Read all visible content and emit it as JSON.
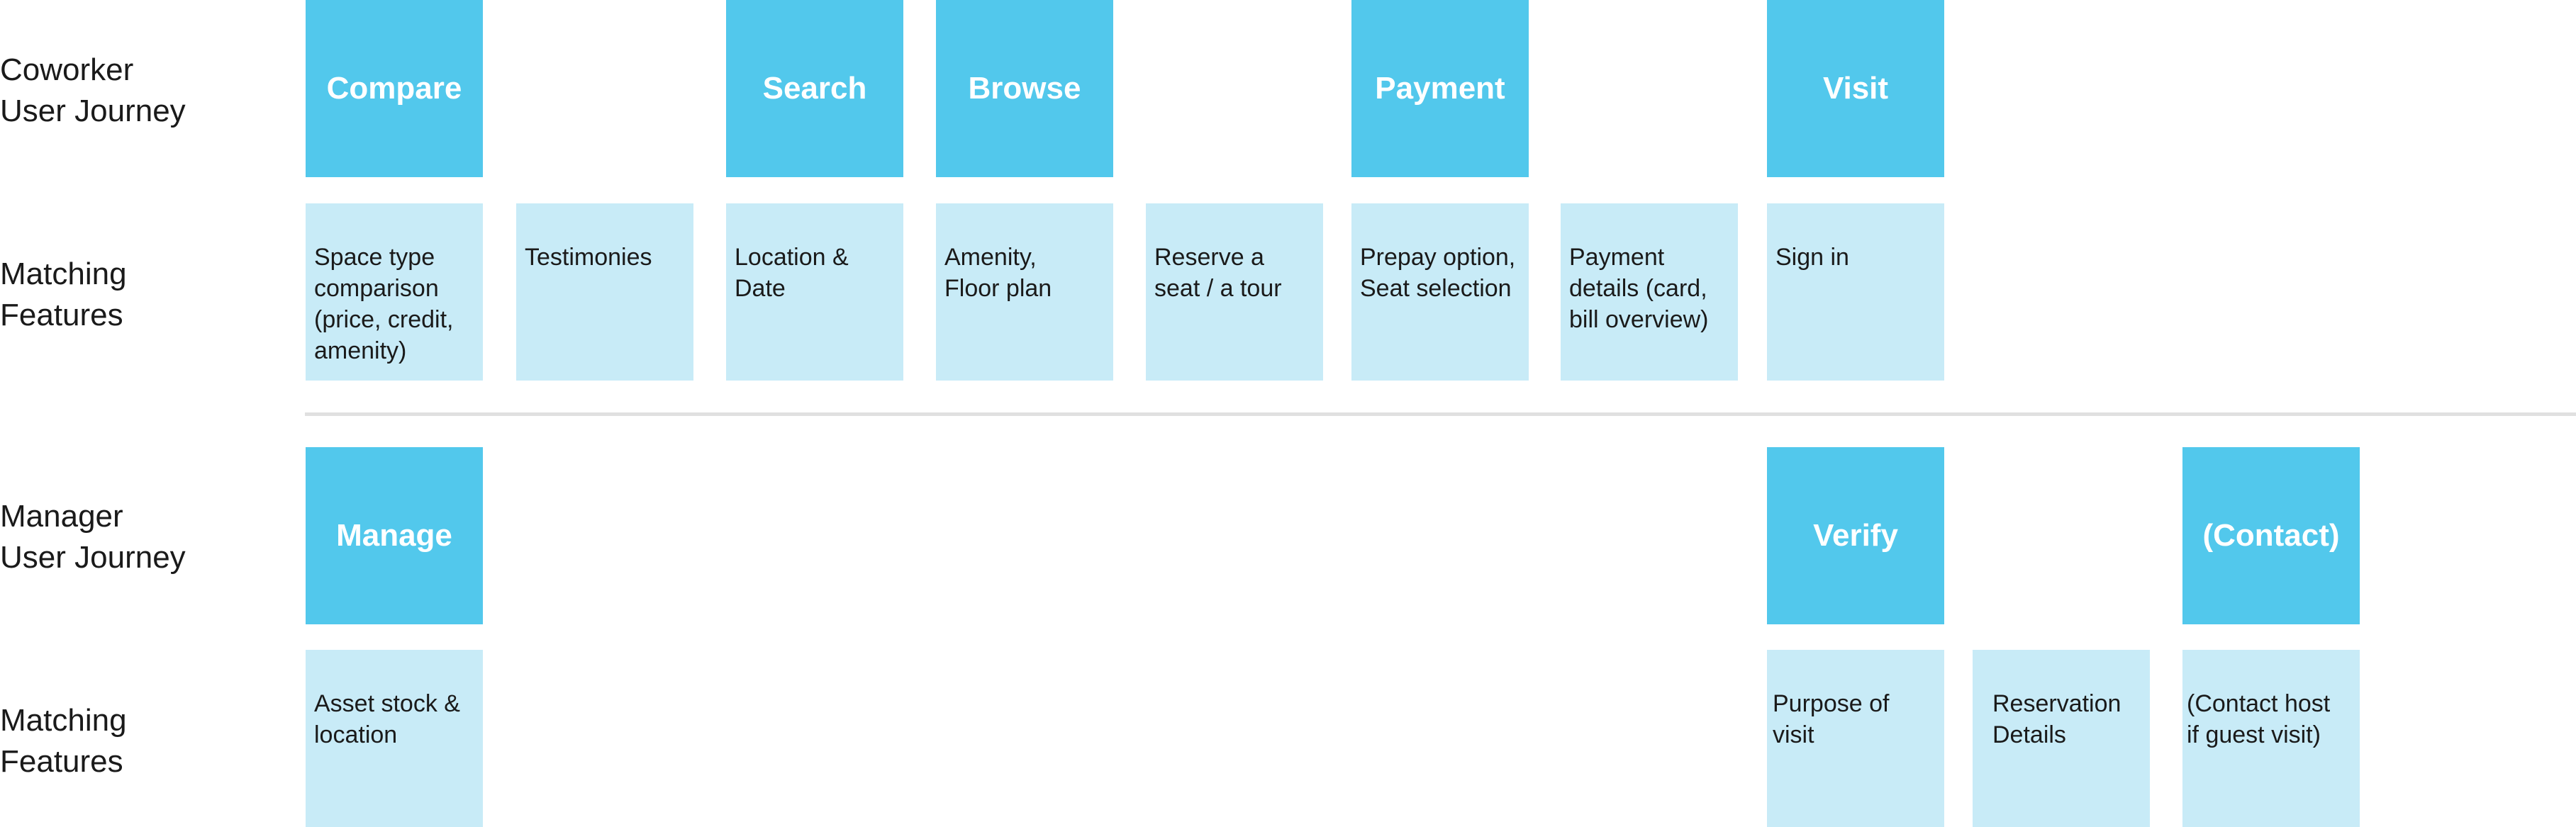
{
  "colors": {
    "journey": "#52c8ec",
    "feature": "#c8ebf7",
    "divider": "#e0e0e0"
  },
  "labels": {
    "coworker_journey": [
      "Coworker",
      "User Journey"
    ],
    "coworker_features": [
      "Matching",
      "Features"
    ],
    "manager_journey": [
      "Manager",
      "User Journey"
    ],
    "manager_features": [
      "Matching",
      "Features"
    ]
  },
  "coworker": {
    "journey": [
      "Compare",
      "Search",
      "Browse",
      "Payment",
      "Visit"
    ],
    "features": [
      "Space type\ncomparison\n(price, credit,\namenity)",
      "Testimonies",
      "Location &\nDate",
      "Amenity,\nFloor plan",
      "Reserve a\nseat / a tour",
      "Prepay option,\nSeat selection",
      "Payment\ndetails (card,\nbill overview)",
      "Sign in"
    ]
  },
  "manager": {
    "journey": [
      "Manage",
      "Verify",
      "(Contact)"
    ],
    "features": [
      "Asset stock &\nlocation",
      "Purpose of\nvisit",
      "Reservation\nDetails",
      "(Contact host\nif guest visit)"
    ]
  }
}
